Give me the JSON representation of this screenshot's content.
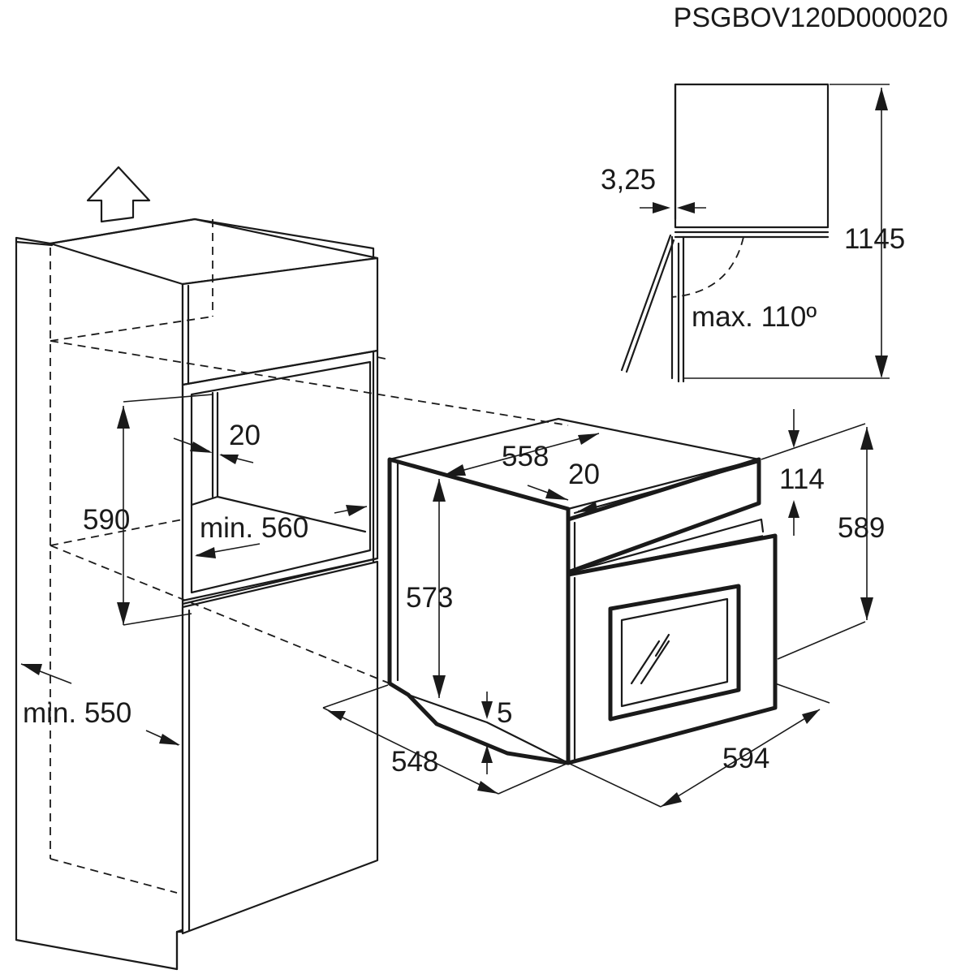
{
  "document": {
    "code": "PSGBOV120D000020"
  },
  "dimensions": {
    "cabinet_depth_min": "min. 550",
    "niche_height": "590",
    "niche_width_min": "min. 560",
    "vent_gap": "20",
    "oven_width_top": "558",
    "oven_top_gap": "20",
    "oven_height_body": "573",
    "oven_depth": "548",
    "oven_bottom_gap": "5",
    "oven_front_width": "594",
    "oven_front_height": "589",
    "panel_height": "114",
    "door_clearance": "3,25",
    "column_height": "1145",
    "door_opening_angle": "max. 110º"
  },
  "icons": {
    "airflow": "arrow-up-outline-icon"
  }
}
